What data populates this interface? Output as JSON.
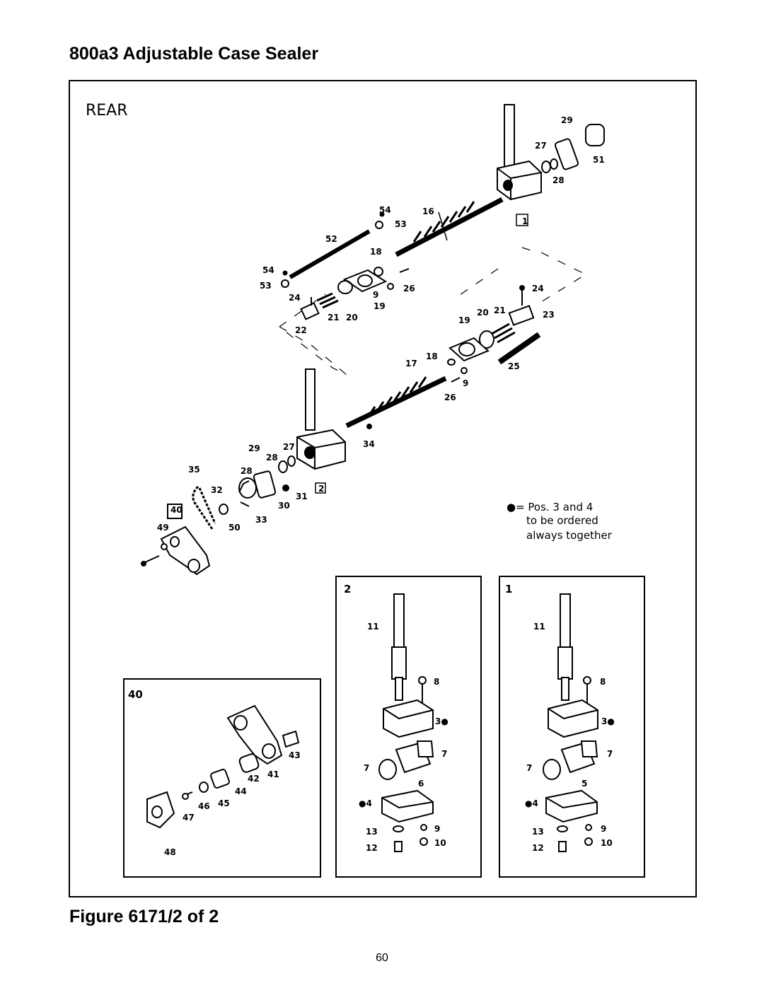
{
  "page": {
    "title": "800a3 Adjustable Case Sealer",
    "caption": "Figure 6171/2 of 2",
    "page_number": "60"
  },
  "diagram": {
    "view_label": "REAR",
    "note_lines": [
      "●= Pos. 3 and 4",
      "to be ordered",
      "always together"
    ],
    "top_assembly_labels": [
      "29",
      "27",
      "51",
      "28",
      "1",
      "54",
      "53",
      "16",
      "52",
      "18",
      "54",
      "53",
      "26",
      "9",
      "24",
      "21",
      "20",
      "19",
      "22",
      "24",
      "23",
      "21",
      "20",
      "19",
      "18",
      "25",
      "17",
      "9",
      "26",
      "34"
    ],
    "lower_assembly_labels": [
      "29",
      "27",
      "28",
      "2",
      "35",
      "28",
      "32",
      "31",
      "30",
      "33",
      "40",
      "50",
      "49"
    ],
    "inset_40": {
      "number": "40",
      "labels": [
        "43",
        "41",
        "42",
        "44",
        "45",
        "46",
        "47",
        "48"
      ]
    },
    "inset_2": {
      "number": "2",
      "labels": [
        "11",
        "8",
        "3●",
        "7",
        "7",
        "6",
        "●4",
        "13",
        "9",
        "12",
        "10"
      ]
    },
    "inset_1": {
      "number": "1",
      "labels": [
        "11",
        "8",
        "3●",
        "7",
        "7",
        "5",
        "●4",
        "13",
        "9",
        "12",
        "10"
      ]
    }
  }
}
